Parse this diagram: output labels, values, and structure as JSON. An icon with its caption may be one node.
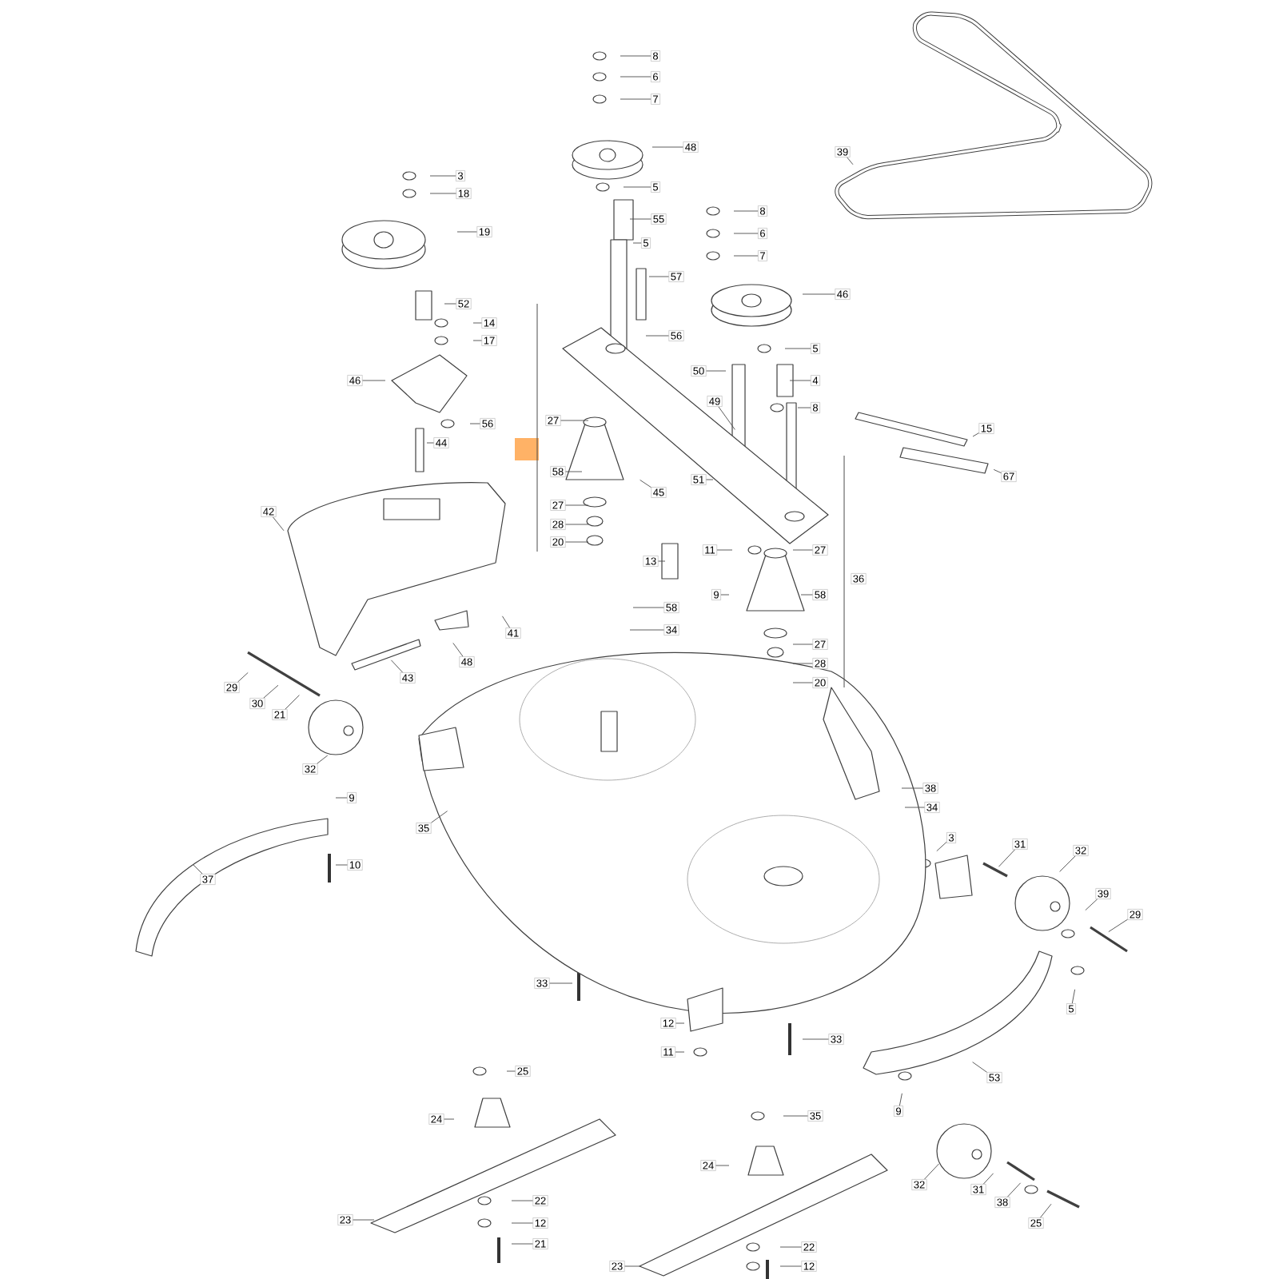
{
  "diagram": {
    "nodes": [
      {
        "text": [
          "8"
        ]
      },
      {
        "text": [
          "6"
        ]
      },
      {
        "text": [
          "7"
        ]
      },
      {
        "text": [
          "48"
        ]
      },
      {
        "text": [
          "39"
        ]
      },
      {
        "text": [
          "3"
        ]
      },
      {
        "text": [
          "5"
        ]
      },
      {
        "text": [
          "18"
        ]
      },
      {
        "text": [
          "8"
        ]
      },
      {
        "text": [
          "55"
        ]
      },
      {
        "text": [
          "19"
        ]
      },
      {
        "text": [
          "6"
        ]
      },
      {
        "text": [
          "5"
        ]
      },
      {
        "text": [
          "7"
        ]
      },
      {
        "text": [
          "57"
        ]
      },
      {
        "text": [
          "46"
        ]
      },
      {
        "text": [
          "52"
        ]
      },
      {
        "text": [
          "14"
        ]
      },
      {
        "text": [
          "56"
        ]
      },
      {
        "text": [
          "17"
        ]
      },
      {
        "text": [
          "5"
        ]
      },
      {
        "text": [
          "50"
        ]
      },
      {
        "text": [
          "46"
        ]
      },
      {
        "text": [
          "4"
        ]
      },
      {
        "text": [
          "49"
        ]
      },
      {
        "text": [
          "8"
        ]
      },
      {
        "text": [
          "27"
        ]
      },
      {
        "text": [
          "56"
        ]
      },
      {
        "text": [
          "15"
        ]
      },
      {
        "text": [
          "44"
        ]
      },
      {
        "text": [
          "58"
        ]
      },
      {
        "text": [
          "67"
        ]
      },
      {
        "text": [
          "51"
        ]
      },
      {
        "text": [
          "45"
        ]
      },
      {
        "text": [
          "27"
        ]
      },
      {
        "text": [
          "42"
        ]
      },
      {
        "text": [
          "28"
        ]
      },
      {
        "text": [
          "20"
        ]
      },
      {
        "text": [
          "11"
        ]
      },
      {
        "text": [
          "27"
        ]
      },
      {
        "text": [
          "13"
        ]
      },
      {
        "text": [
          "9"
        ]
      },
      {
        "text": [
          "58"
        ]
      },
      {
        "text": [
          "58"
        ]
      },
      {
        "text": [
          "34"
        ]
      },
      {
        "text": [
          "41"
        ]
      },
      {
        "text": [
          "27"
        ]
      },
      {
        "text": [
          "48"
        ]
      },
      {
        "text": [
          "28"
        ]
      },
      {
        "text": [
          "43"
        ]
      },
      {
        "text": [
          "20"
        ]
      },
      {
        "text": [
          "29"
        ]
      },
      {
        "text": [
          "30"
        ]
      },
      {
        "text": [
          "21"
        ]
      },
      {
        "text": [
          "32"
        ]
      },
      {
        "text": [
          "38"
        ]
      },
      {
        "text": [
          "9"
        ]
      },
      {
        "text": [
          "34"
        ]
      },
      {
        "text": [
          "35"
        ]
      },
      {
        "text": [
          "3"
        ]
      },
      {
        "text": [
          "31"
        ]
      },
      {
        "text": [
          "32"
        ]
      },
      {
        "text": [
          "10"
        ]
      },
      {
        "text": [
          "37"
        ]
      },
      {
        "text": [
          "39"
        ]
      },
      {
        "text": [
          "29"
        ]
      },
      {
        "text": [
          "33"
        ]
      },
      {
        "text": [
          "5"
        ]
      },
      {
        "text": [
          "12"
        ]
      },
      {
        "text": [
          "33"
        ]
      },
      {
        "text": [
          "11"
        ]
      },
      {
        "text": [
          "25"
        ]
      },
      {
        "text": [
          "53"
        ]
      },
      {
        "text": [
          "9"
        ]
      },
      {
        "text": [
          "35"
        ]
      },
      {
        "text": [
          "24"
        ]
      },
      {
        "text": [
          "24"
        ]
      },
      {
        "text": [
          "32"
        ]
      },
      {
        "text": [
          "31"
        ]
      },
      {
        "text": [
          "22"
        ]
      },
      {
        "text": [
          "38"
        ]
      },
      {
        "text": [
          "23"
        ]
      },
      {
        "text": [
          "12"
        ]
      },
      {
        "text": [
          "25"
        ]
      },
      {
        "text": [
          "21"
        ]
      },
      {
        "text": [
          "22"
        ]
      },
      {
        "text": [
          "12"
        ]
      },
      {
        "text": [
          "23"
        ]
      }
    ],
    "edges": [
      {
        "from": 0,
        "to": null,
        "arrow": "none"
      },
      {
        "from": 1,
        "to": null,
        "arrow": "none"
      },
      {
        "from": 2,
        "to": null,
        "arrow": "none"
      },
      {
        "from": 3,
        "to": null,
        "arrow": "none"
      },
      {
        "from": 4,
        "to": null,
        "arrow": "none"
      },
      {
        "from": 5,
        "to": null,
        "arrow": "none"
      },
      {
        "from": 6,
        "to": null,
        "arrow": "none"
      },
      {
        "from": 7,
        "to": null,
        "arrow": "none"
      },
      {
        "from": 8,
        "to": null,
        "arrow": "none"
      },
      {
        "from": 9,
        "to": null,
        "arrow": "none"
      },
      {
        "from": 10,
        "to": null,
        "arrow": "none"
      },
      {
        "from": 11,
        "to": null,
        "arrow": "none"
      },
      {
        "from": 12,
        "to": null,
        "arrow": "none"
      },
      {
        "from": 13,
        "to": null,
        "arrow": "none"
      },
      {
        "from": 14,
        "to": null,
        "arrow": "none"
      },
      {
        "from": 15,
        "to": null,
        "arrow": "none"
      },
      {
        "from": 16,
        "to": null,
        "arrow": "none"
      },
      {
        "from": 17,
        "to": null,
        "arrow": "none"
      },
      {
        "from": 18,
        "to": null,
        "arrow": "none"
      },
      {
        "from": 19,
        "to": null,
        "arrow": "none"
      },
      {
        "from": 20,
        "to": null,
        "arrow": "none"
      },
      {
        "from": 21,
        "to": null,
        "arrow": "none"
      },
      {
        "from": 22,
        "to": null,
        "arrow": "none"
      },
      {
        "from": 23,
        "to": null,
        "arrow": "none"
      },
      {
        "from": 24,
        "to": null,
        "arrow": "none"
      },
      {
        "from": 25,
        "to": null,
        "arrow": "none"
      },
      {
        "from": 26,
        "to": null,
        "arrow": "none"
      },
      {
        "from": 27,
        "to": null,
        "arrow": "none"
      },
      {
        "from": 28,
        "to": null,
        "arrow": "none"
      },
      {
        "from": 29,
        "to": null,
        "arrow": "none"
      },
      {
        "from": 30,
        "to": null,
        "arrow": "none"
      },
      {
        "from": 31,
        "to": null,
        "arrow": "none"
      },
      {
        "from": 32,
        "to": null,
        "arrow": "none"
      },
      {
        "from": 33,
        "to": null,
        "arrow": "none"
      },
      {
        "from": 34,
        "to": null,
        "arrow": "none"
      },
      {
        "from": 35,
        "to": null,
        "arrow": "none"
      },
      {
        "from": 36,
        "to": null,
        "arrow": "none"
      },
      {
        "from": 37,
        "to": null,
        "arrow": "none"
      },
      {
        "from": 38,
        "to": null,
        "arrow": "none"
      },
      {
        "from": 39,
        "to": null,
        "arrow": "none"
      },
      {
        "from": 40,
        "to": null,
        "arrow": "none"
      },
      {
        "from": 41,
        "to": null,
        "arrow": "none"
      },
      {
        "from": 42,
        "to": null,
        "arrow": "none"
      },
      {
        "from": 43,
        "to": null,
        "arrow": "none"
      },
      {
        "from": 44,
        "to": null,
        "arrow": "none"
      },
      {
        "from": 45,
        "to": null,
        "arrow": "none"
      },
      {
        "from": 46,
        "to": null,
        "arrow": "none"
      },
      {
        "from": 47,
        "to": null,
        "arrow": "none"
      },
      {
        "from": 48,
        "to": null,
        "arrow": "none"
      },
      {
        "from": 49,
        "to": null,
        "arrow": "none"
      },
      {
        "from": 50,
        "to": null,
        "arrow": "none"
      },
      {
        "from": 51,
        "to": null,
        "arrow": "none"
      },
      {
        "from": 52,
        "to": null,
        "arrow": "none"
      },
      {
        "from": 53,
        "to": null,
        "arrow": "none"
      },
      {
        "from": 54,
        "to": null,
        "arrow": "none"
      },
      {
        "from": 55,
        "to": null,
        "arrow": "none"
      },
      {
        "from": 56,
        "to": null,
        "arrow": "none"
      },
      {
        "from": 57,
        "to": null,
        "arrow": "none"
      },
      {
        "from": 58,
        "to": null,
        "arrow": "none"
      },
      {
        "from": 59,
        "to": null,
        "arrow": "none"
      },
      {
        "from": 60,
        "to": null,
        "arrow": "none"
      },
      {
        "from": 61,
        "to": null,
        "arrow": "none"
      },
      {
        "from": 62,
        "to": null,
        "arrow": "none"
      },
      {
        "from": 63,
        "to": null,
        "arrow": "none"
      },
      {
        "from": 64,
        "to": null,
        "arrow": "none"
      },
      {
        "from": 65,
        "to": null,
        "arrow": "none"
      },
      {
        "from": 66,
        "to": null,
        "arrow": "none"
      },
      {
        "from": 67,
        "to": null,
        "arrow": "none"
      },
      {
        "from": 68,
        "to": null,
        "arrow": "none"
      },
      {
        "from": 69,
        "to": null,
        "arrow": "none"
      },
      {
        "from": 70,
        "to": null,
        "arrow": "none"
      },
      {
        "from": 71,
        "to": null,
        "arrow": "none"
      },
      {
        "from": 72,
        "to": null,
        "arrow": "none"
      },
      {
        "from": 73,
        "to": null,
        "arrow": "none"
      },
      {
        "from": 74,
        "to": null,
        "arrow": "none"
      },
      {
        "from": 75,
        "to": null,
        "arrow": "none"
      },
      {
        "from": 76,
        "to": null,
        "arrow": "none"
      },
      {
        "from": 77,
        "to": null,
        "arrow": "none"
      },
      {
        "from": 78,
        "to": null,
        "arrow": "none"
      },
      {
        "from": 79,
        "to": null,
        "arrow": "none"
      },
      {
        "from": 80,
        "to": null,
        "arrow": "none"
      },
      {
        "from": 81,
        "to": null,
        "arrow": "none"
      },
      {
        "from": 82,
        "to": null,
        "arrow": "none"
      },
      {
        "from": 83,
        "to": null,
        "arrow": "none"
      },
      {
        "from": 84,
        "to": null,
        "arrow": "none"
      },
      {
        "from": 85,
        "to": null,
        "arrow": "none"
      },
      {
        "from": 86,
        "to": null,
        "arrow": "none"
      },
      {
        "from": 87,
        "to": null,
        "arrow": "none"
      }
    ],
    "labels": [
      "36"
    ]
  }
}
